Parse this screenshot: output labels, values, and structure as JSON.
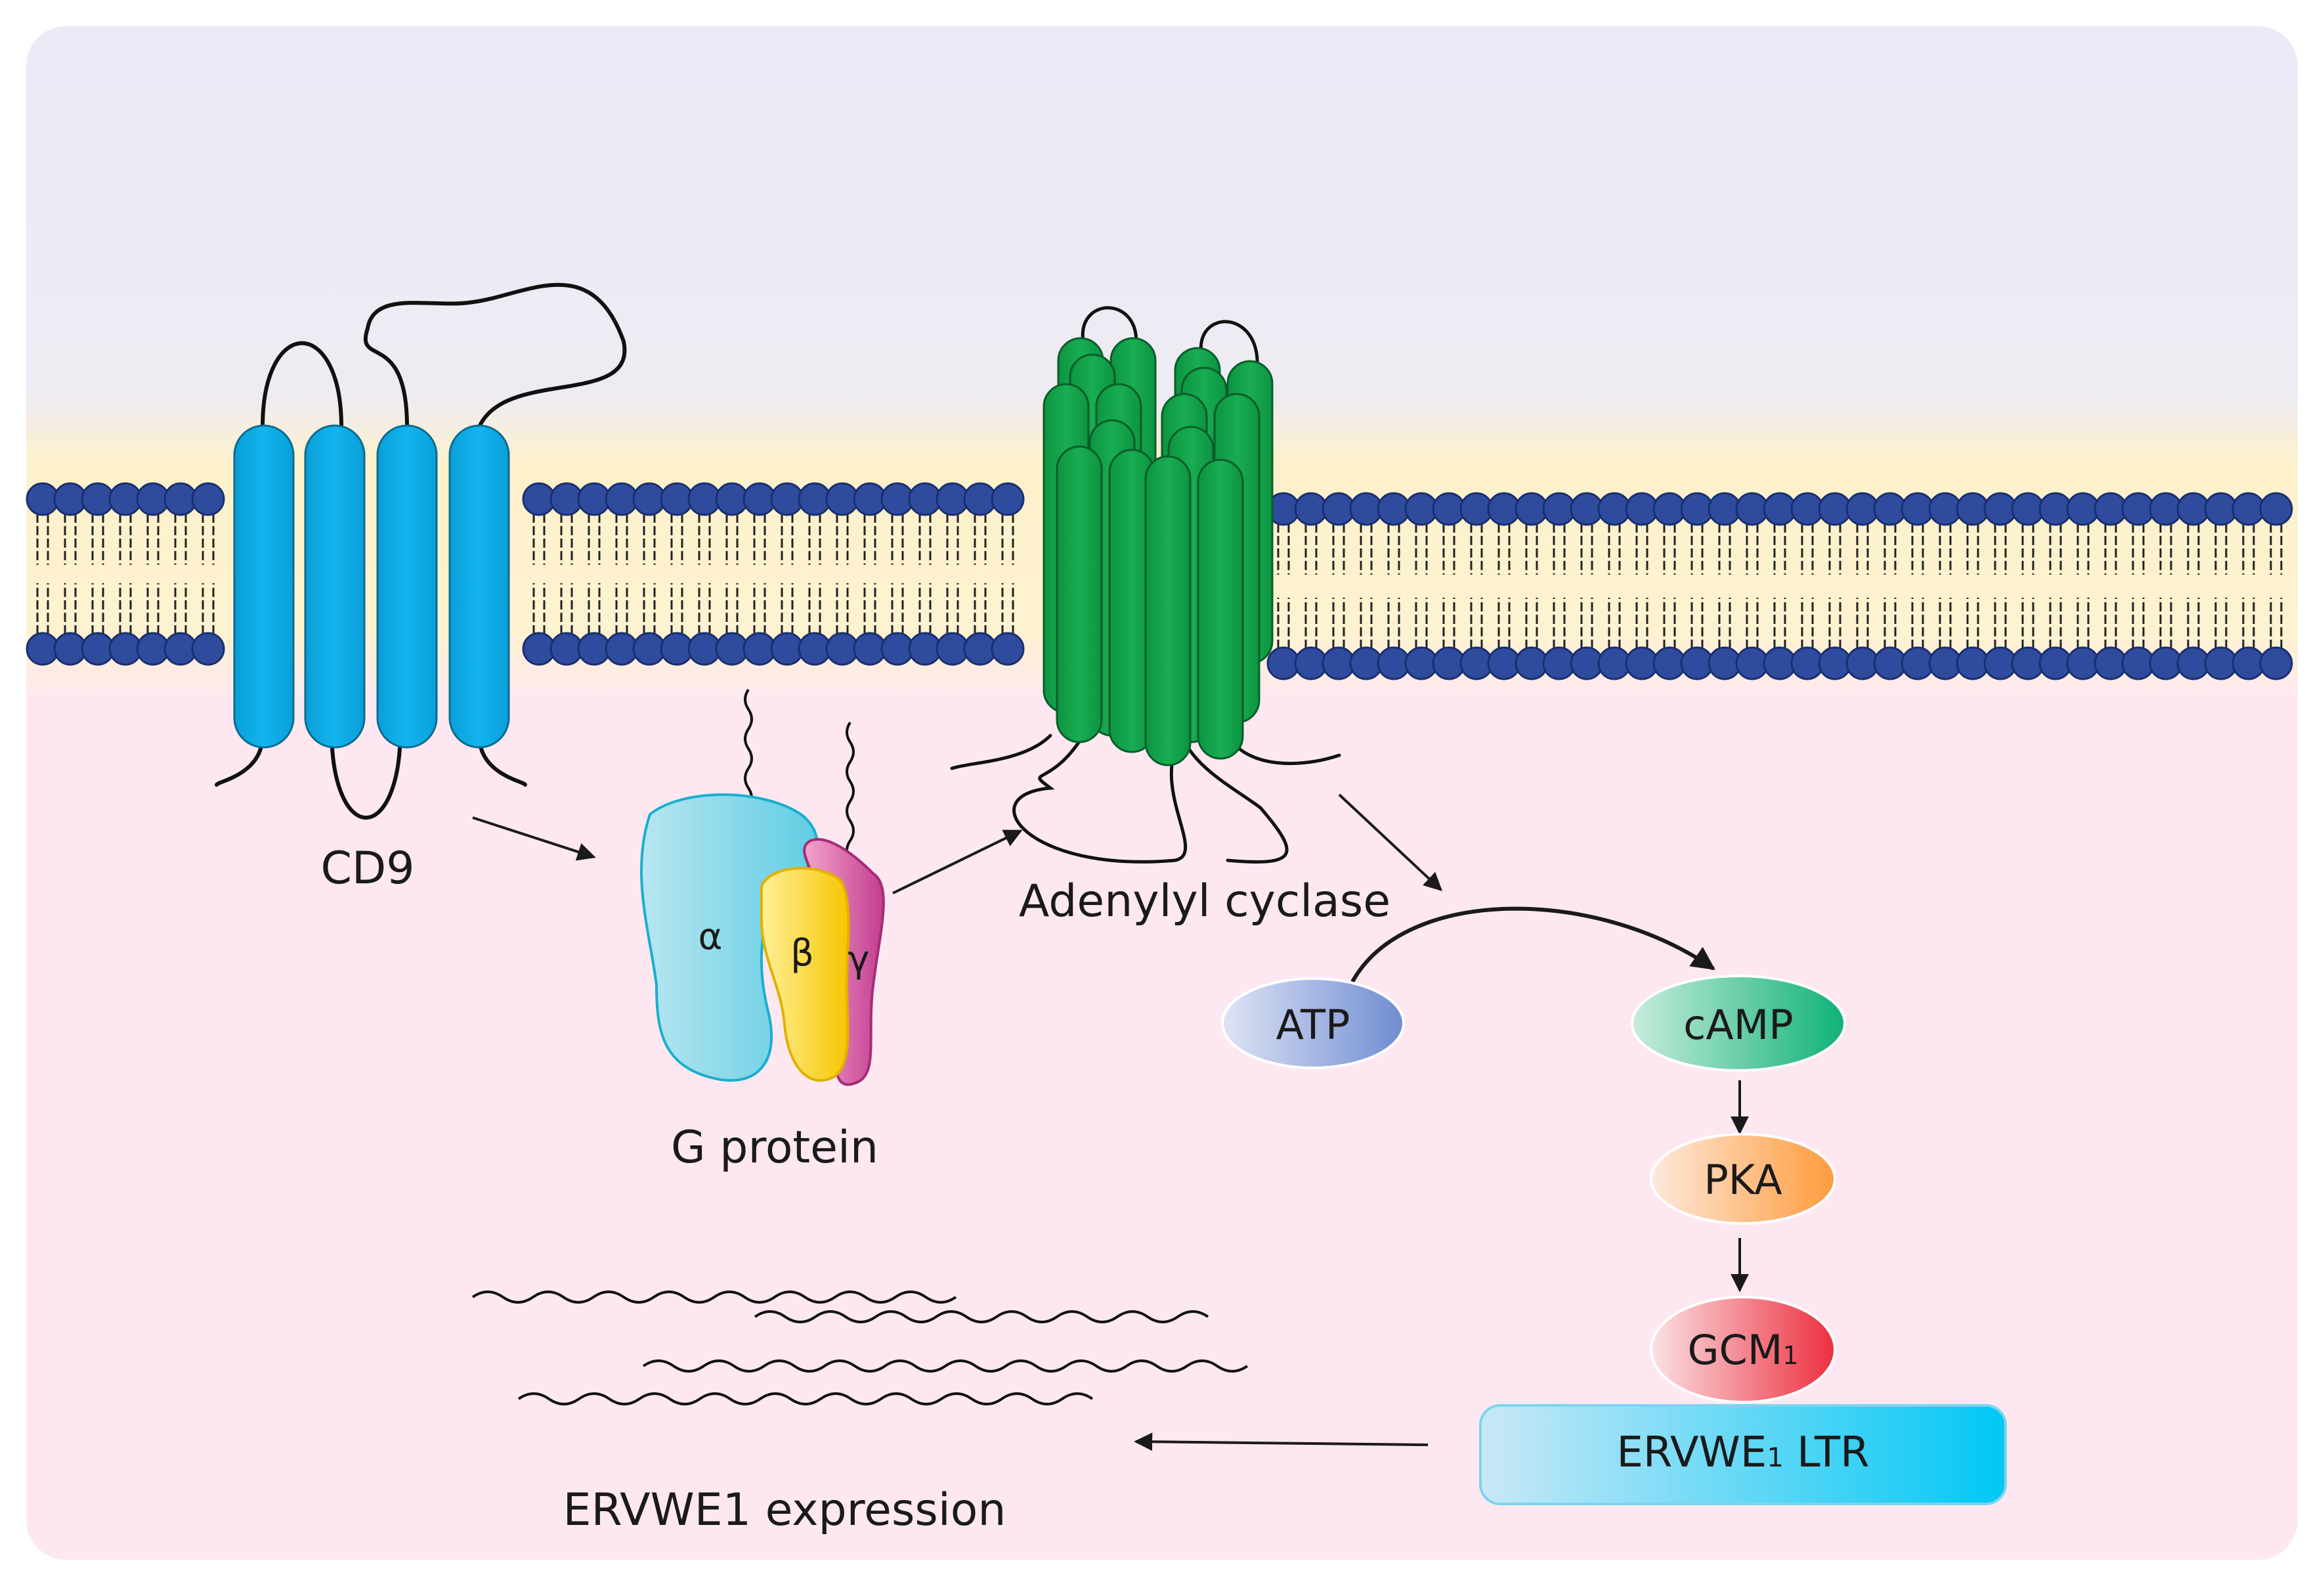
{
  "labels": {
    "cd9": "CD9",
    "g_protein": "G protein",
    "alpha": "α",
    "beta": "β",
    "gamma": "γ",
    "adenylyl_cyclase": "Adenylyl cyclase",
    "atp": "ATP",
    "camp": "cAMP",
    "pka": "PKA",
    "gcm1_main": "GCM",
    "gcm1_sub": "1",
    "ltr_main": "ERVWE",
    "ltr_sub": "1",
    "ltr_tail": " LTR",
    "expression": "ERVWE1 expression"
  },
  "colors": {
    "cd9": "#00a9e6",
    "adenylyl_cyclase": "#10a247",
    "lipid_head": "#2e4b9e",
    "g_alpha": "#8edcec",
    "g_beta": "#ffd200",
    "g_gamma": "#d64d9c",
    "atp": "#7d97d6",
    "camp": "#17b77e",
    "pka": "#ffa24a",
    "gcm1": "#ee3c49",
    "ltr": "#00c5f1",
    "extracellular_bg": "#ebeaf6",
    "membrane_bg": "#fdf1cc",
    "cytoplasm_bg": "#fde8f2"
  }
}
